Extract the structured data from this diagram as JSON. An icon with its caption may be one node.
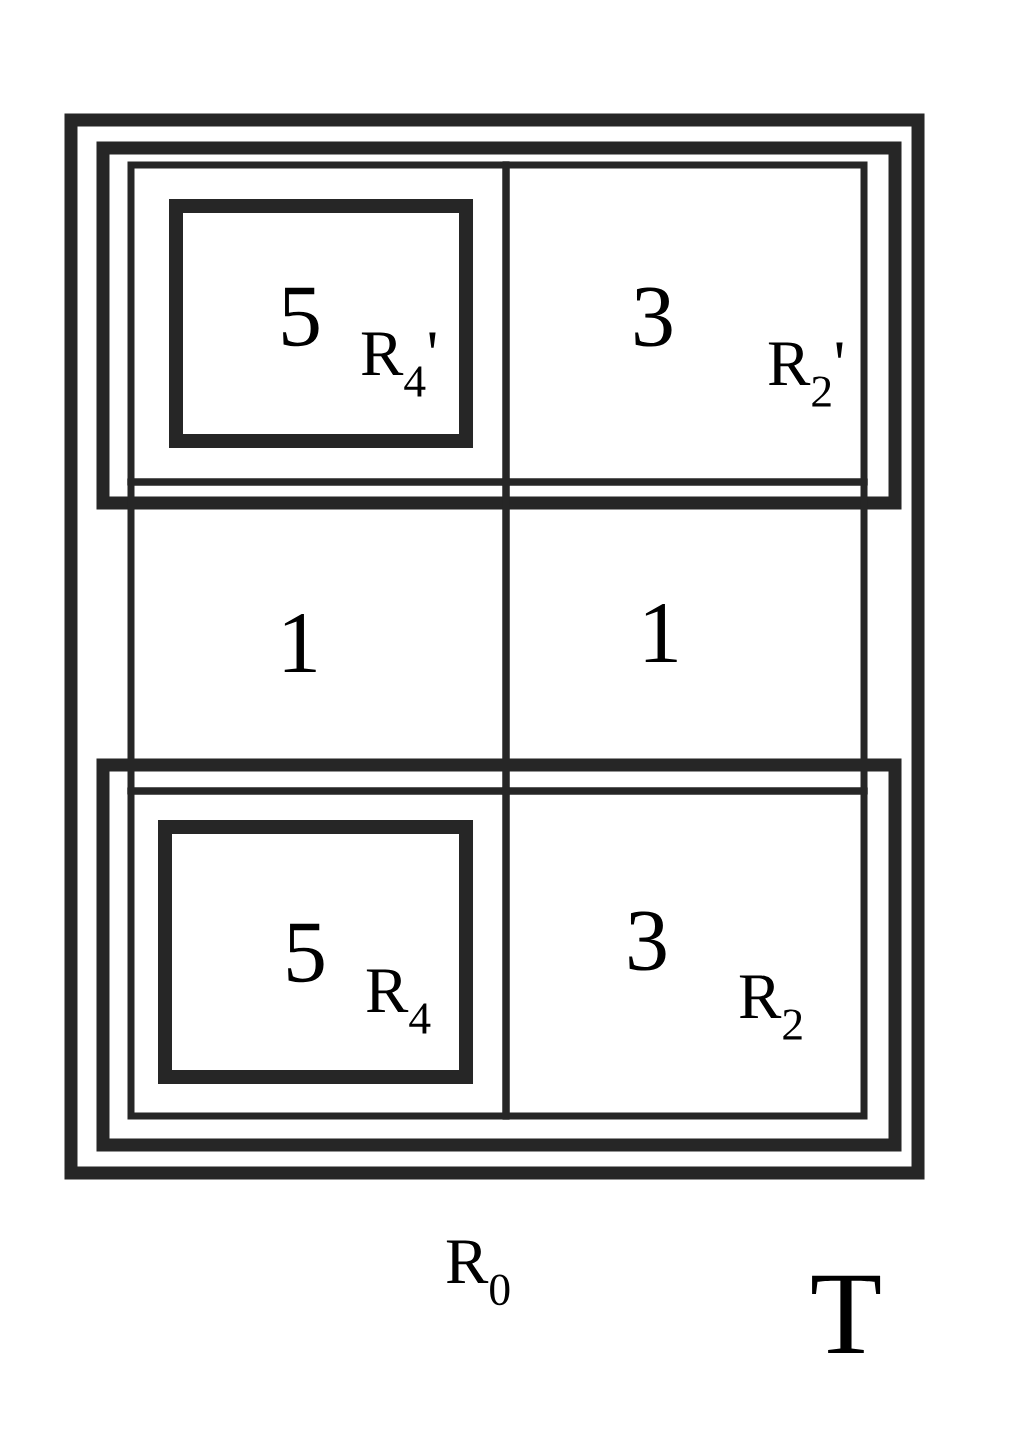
{
  "diagram": {
    "nodes": [
      {
        "text": [],
        "shape": "box",
        "beside": [
          "R$_{0}$"
        ]
      },
      {
        "text": [],
        "shape": "box",
        "in": 0
      },
      {
        "text": [],
        "shape": "box",
        "in": 1
      },
      {
        "text": [
          "5",
          "R$_{4}$'"
        ],
        "in": 2
      },
      {
        "text": [
          "3",
          "R$_{2}$'"
        ],
        "in": 1
      },
      {
        "text": [
          "1"
        ],
        "in": 0
      },
      {
        "text": [
          "1"
        ],
        "in": 0
      },
      {
        "text": [],
        "shape": "box",
        "in": 0
      },
      {
        "text": [],
        "shape": "box",
        "in": 7
      },
      {
        "text": [
          "5",
          "R$_{4}$"
        ],
        "in": 8
      },
      {
        "text": [
          "3",
          "R$_{2}$"
        ],
        "in": 7
      }
    ],
    "labels": [
      "T"
    ]
  }
}
